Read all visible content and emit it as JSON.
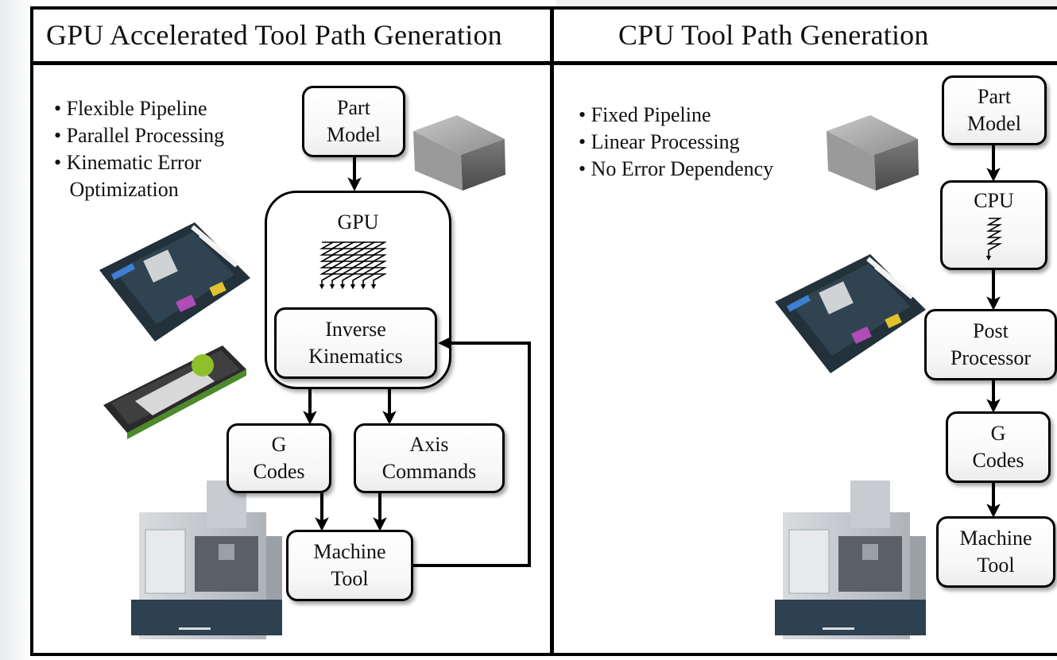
{
  "left_panel": {
    "title": "GPU Accelerated Tool Path Generation",
    "bullets": [
      "• Flexible Pipeline",
      "• Parallel Processing",
      "• Kinematic Error",
      "   Optimization"
    ],
    "boxes": {
      "part_model": "Part\nModel",
      "gpu": "GPU",
      "inverse_kinematics": "Inverse\nKinematics",
      "g_codes": "G\nCodes",
      "axis_commands": "Axis\nCommands",
      "machine_tool": "Machine\nTool"
    }
  },
  "right_panel": {
    "title": "CPU Tool Path Generation",
    "bullets": [
      "• Fixed Pipeline",
      "• Linear Processing",
      "• No Error Dependency"
    ],
    "boxes": {
      "part_model": "Part\nModel",
      "cpu": "CPU",
      "post_processor": "Post\nProcessor",
      "g_codes": "G\nCodes",
      "machine_tool": "Machine\nTool"
    }
  }
}
